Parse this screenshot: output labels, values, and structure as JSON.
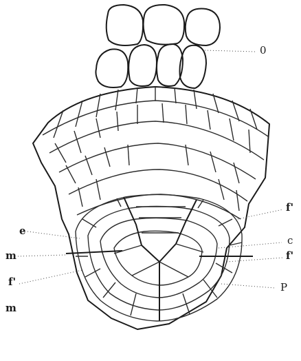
{
  "labels": {
    "o": "0",
    "e": "e",
    "m_upper": "m",
    "f_left": "f'",
    "m_lower": "m",
    "f_right_upper": "f'",
    "c": "c",
    "f_right_lower": "f'",
    "p": "P"
  }
}
